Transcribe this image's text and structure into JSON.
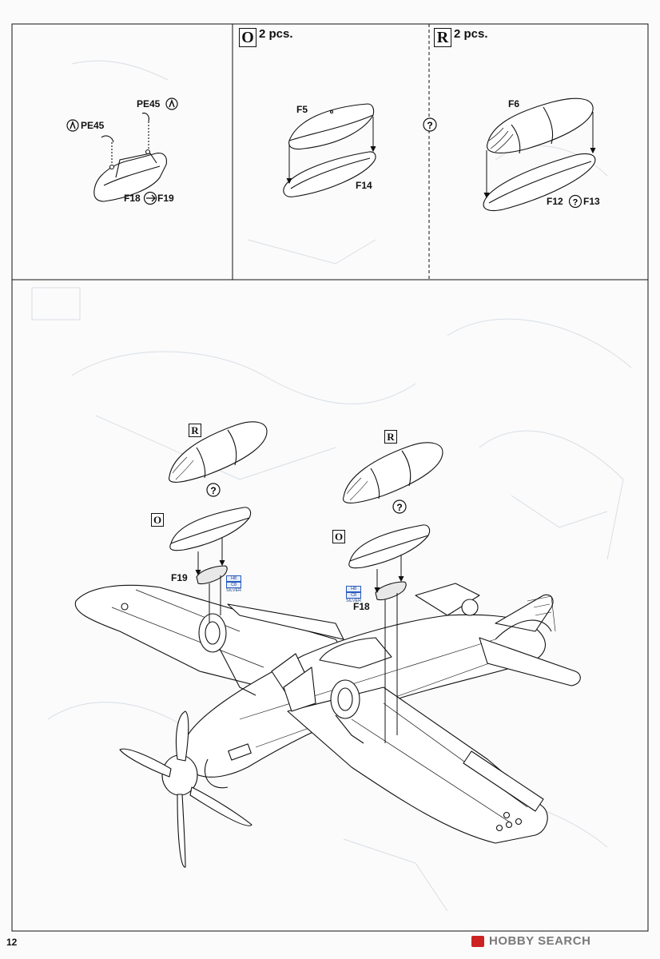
{
  "page_number": "12",
  "watermark": {
    "text": "HOBBY SEARCH"
  },
  "panels": {
    "left": {
      "labels": {
        "pe45_right": "PE45",
        "pe45_left": "PE45",
        "f18": "F18",
        "f19": "F19"
      }
    },
    "middle": {
      "letter": "O",
      "count": "2 pcs.",
      "labels": {
        "f5": "F5",
        "f14": "F14"
      }
    },
    "right": {
      "letter": "R",
      "count": "2 pcs.",
      "labels": {
        "f6": "F6",
        "f12": "F12",
        "f13": "F13"
      }
    }
  },
  "main": {
    "callouts": {
      "r_left": "R",
      "o_left": "O",
      "r_right": "R",
      "o_right": "O",
      "f19": "F19",
      "f18": "F18"
    },
    "paint_left": {
      "code1": "H8",
      "code2": "C8",
      "name": "SILVER"
    },
    "paint_right": {
      "code1": "H8",
      "code2": "C8",
      "name": "SILVER"
    }
  },
  "colors": {
    "line": "#111111",
    "ghost": "#c9d2dc",
    "paint_blue": "#2a5bbf",
    "watermark_red": "#cc2222"
  }
}
